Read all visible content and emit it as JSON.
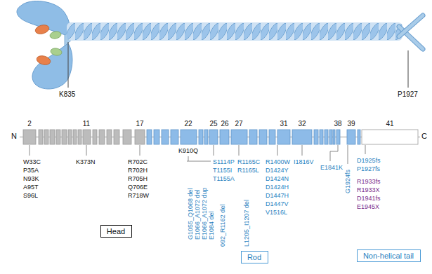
{
  "diagram": {
    "nodes": [
      {
        "text": [
          "Head"
        ]
      },
      {
        "text": [
          "Rod"
        ]
      },
      {
        "text": [
          "Non-helical tail"
        ]
      }
    ],
    "labels": [
      "K835",
      "P1927",
      "N",
      "C",
      "2",
      "11",
      "17",
      "22",
      "25",
      "26",
      "27",
      "31",
      "32",
      "38",
      "39",
      "41",
      "W33C",
      "P35A",
      "N93K",
      "A95T",
      "S96L",
      "K373N",
      "R702C",
      "R702H",
      "R705H",
      "Q706E",
      "R718W",
      "K910Q",
      "G1055_Q1068 del",
      "E1066_A1072 del",
      "E1066_A1072 dup",
      "E1084 del",
      "S1114P",
      "T1155I",
      "T1155A",
      "092_R1162 del",
      "R1165C",
      "R1165L",
      "L1205_I1207 del",
      "R1400W",
      "D1424Y",
      "D1424N",
      "D1424H",
      "D1447H",
      "D1447V",
      "V1516L",
      "I1816V",
      "E1841K",
      "G1924fs",
      "D1925fs",
      "P1927fs",
      "R1933fs",
      "R1933X",
      "D1941fs",
      "E1945X"
    ]
  }
}
